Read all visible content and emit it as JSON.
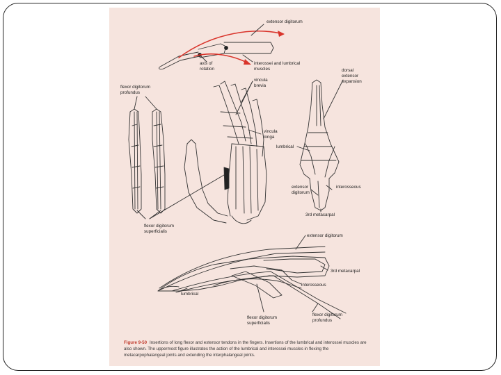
{
  "figure": {
    "labels": {
      "top_extensor": "extensor digitorum",
      "axis_line1": "axis of",
      "axis_line2": "rotation",
      "interossei_line1": "interossei and lumbrical",
      "interossei_line2": "muscles",
      "fdp_line1": "flexor digitorum",
      "fdp_line2": "profundus",
      "vincula_brevia_line1": "vincula",
      "vincula_brevia_line2": "brevia",
      "vincula_longa_line1": "vincula",
      "vincula_longa_line2": "longa",
      "fds_line1": "flexor digitorum",
      "fds_line2": "superficialis",
      "dorsal_line1": "dorsal",
      "dorsal_line2": "extensor",
      "dorsal_line3": "expansion",
      "lumbrical_right": "lumbrical",
      "ext_dig_right_line1": "extensor",
      "ext_dig_right_line2": "digitorum",
      "interosseous_right": "interosseous",
      "third_metacarpal_right": "3rd metacarpal",
      "bottom_extensor": "extensor digitorum",
      "bottom_third_metacarpal": "3rd metacarpal",
      "bottom_interosseous": "interosseous",
      "bottom_lumbrical": "lumbrical",
      "bottom_fdp_line1": "flexor digitorum",
      "bottom_fdp_line2": "profundus",
      "bottom_fds_line1": "flexor digitorum",
      "bottom_fds_line2": "superficialis"
    },
    "arrow_color": "#d9342b",
    "caption": {
      "label": "Figure 9-50",
      "text": "Insertions of long flexor and extensor tendons in the fingers. Insertions of the lumbrical and interossei muscles are also shown. The uppermost figure illustrates the action of the lumbrical and interossei muscles in flexing the metacarpophalangeal joints and extending the interphalangeal joints."
    }
  }
}
